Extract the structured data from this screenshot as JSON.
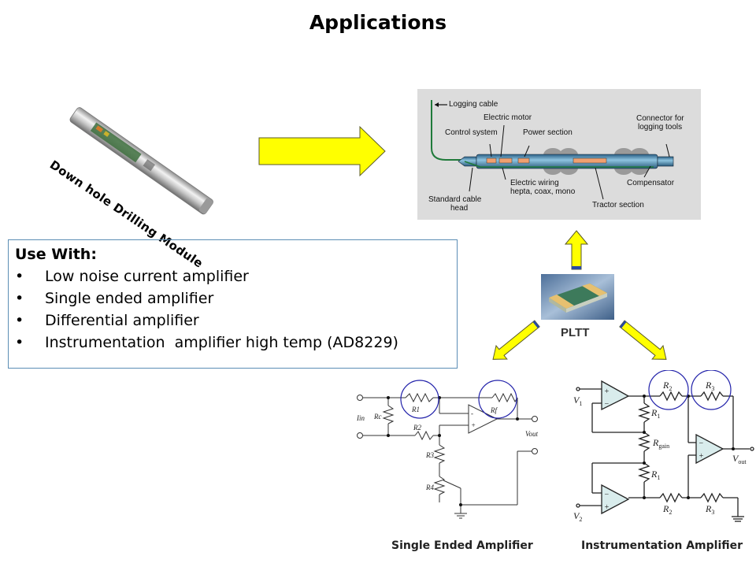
{
  "page": {
    "title": "Applications"
  },
  "module_image": {
    "label": "Down hole Drilling Module"
  },
  "tool_diagram": {
    "labels": {
      "logging_cable": "Logging cable",
      "electric_motor": "Electric motor",
      "control_system": "Control system",
      "power_section": "Power section",
      "connector": "Connector for",
      "connector_line2": "logging tools",
      "electric_wiring": "Electric wiring",
      "electric_wiring_line2": "hepta, coax, mono",
      "compensator": "Compensator",
      "standard_cable_head": "Standard cable",
      "standard_cable_head_line2": "head",
      "tractor_section": "Tractor section"
    }
  },
  "use_with": {
    "heading": "Use With:",
    "bullet": "•",
    "items": [
      "Low noise current amplifier",
      "Single ended amplifier",
      "Differential amplifier",
      "Instrumentation  amplifier high temp (AD8229)"
    ]
  },
  "component": {
    "label": "PLTT"
  },
  "single_ended": {
    "caption": "Single Ended Amplifier",
    "labels": {
      "r1": "R1",
      "rf": "Rf",
      "rc": "Rc",
      "r2": "R2",
      "r3": "R3",
      "r4": "R4",
      "iin": "Iin",
      "vout": "Vout",
      "minus": "-",
      "plus": "+"
    }
  },
  "instrumentation": {
    "caption": "Instrumentation Amplifier",
    "labels": {
      "v1": "V",
      "v1_sub": "1",
      "v2": "V",
      "v2_sub": "2",
      "r1": "R",
      "r1_sub": "1",
      "r2": "R",
      "r2_sub": "2",
      "r3": "R",
      "r3_sub": "3",
      "rgain": "R",
      "rgain_sub": "gain",
      "vout": "V",
      "vout_sub": "out",
      "minus": "−",
      "plus": "+"
    }
  },
  "colors": {
    "arrow_fill": "#ffff00",
    "highlight_circle": "#1f1fb4",
    "box_border": "#5b8db5"
  }
}
